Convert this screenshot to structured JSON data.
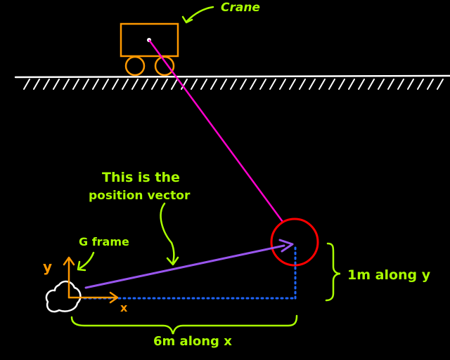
{
  "labels": {
    "crane": "Crane",
    "position_vector_line1": "This is the",
    "position_vector_line2": "position vector",
    "g_frame": "G frame",
    "axis_y": "y",
    "axis_x": "x",
    "one_m": "1m along y",
    "six_m": "6m along x"
  },
  "colors": {
    "background": "#000000",
    "ground": "#ffffff",
    "crane": "#ff9900",
    "cable": "#ff00cc",
    "target_circle": "#ff0000",
    "position_vector": "#9955ee",
    "components": "#1e66ff",
    "annotation": "#aaff00",
    "axes": "#ff9900",
    "origin_blob": "#ffffff"
  }
}
